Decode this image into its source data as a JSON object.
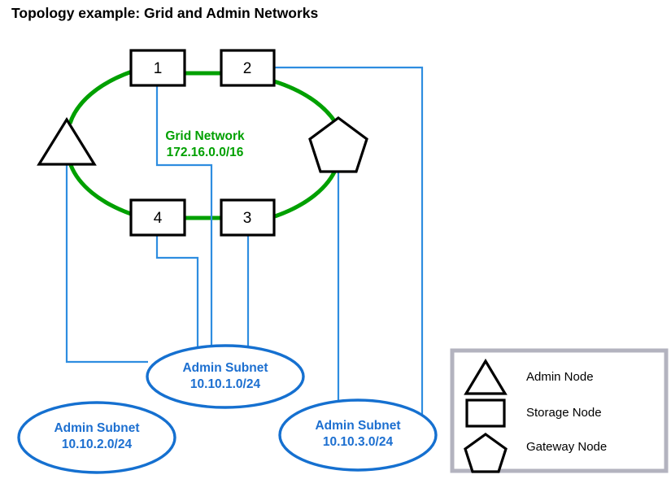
{
  "title": "Topology example: Grid and Admin Networks",
  "colors": {
    "grid_network_green": "#00a000",
    "admin_network_blue": "#2e8de0",
    "subnet_blue": "#1570d0",
    "node_outline": "#000000",
    "legend_border": "#b3b3bf"
  },
  "grid_network": {
    "name": "Grid Network",
    "cidr": "172.16.0.0/16"
  },
  "nodes": [
    {
      "id": "node-1",
      "label": "1",
      "type": "storage-node",
      "shape": "rectangle"
    },
    {
      "id": "node-2",
      "label": "2",
      "type": "storage-node",
      "shape": "rectangle"
    },
    {
      "id": "node-3",
      "label": "3",
      "type": "storage-node",
      "shape": "rectangle"
    },
    {
      "id": "node-4",
      "label": "4",
      "type": "storage-node",
      "shape": "rectangle"
    },
    {
      "id": "admin-node",
      "label": "",
      "type": "admin-node",
      "shape": "triangle"
    },
    {
      "id": "gateway-node",
      "label": "",
      "type": "gateway-node",
      "shape": "pentagon"
    }
  ],
  "subnets": [
    {
      "id": "subnet-1",
      "name": "Admin Subnet",
      "cidr": "10.10.1.0/24"
    },
    {
      "id": "subnet-2",
      "name": "Admin Subnet",
      "cidr": "10.10.2.0/24"
    },
    {
      "id": "subnet-3",
      "name": "Admin Subnet",
      "cidr": "10.10.3.0/24"
    }
  ],
  "legend": {
    "items": [
      {
        "shape": "triangle",
        "label": "Admin Node"
      },
      {
        "shape": "rectangle",
        "label": "Storage Node"
      },
      {
        "shape": "pentagon",
        "label": "Gateway Node"
      }
    ]
  }
}
